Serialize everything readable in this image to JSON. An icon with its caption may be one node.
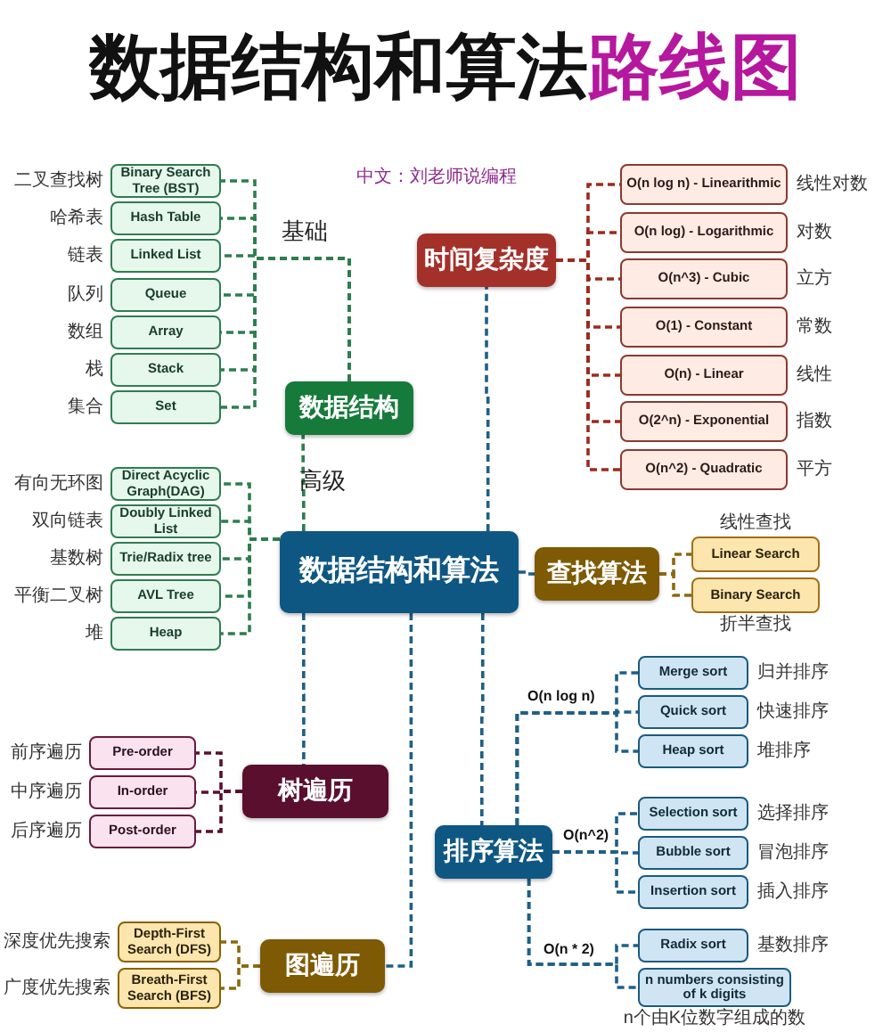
{
  "diagram": {
    "title": "数据结构和算法路线图",
    "nodes": [
      {
        "text": [
          "数据结构和算法"
        ]
      },
      {
        "text": [
          "数据结构"
        ]
      },
      {
        "text": [
          "时间复杂度"
        ]
      },
      {
        "text": [
          "查找算法"
        ]
      },
      {
        "text": [
          "树遍历"
        ]
      },
      {
        "text": [
          "图遍历"
        ]
      },
      {
        "text": [
          "排序算法"
        ]
      },
      {
        "text": [
          "Binary Search Tree (BST)"
        ],
        "beside": [
          "二叉查找树"
        ]
      },
      {
        "text": [
          "Hash Table"
        ],
        "beside": [
          "哈希表"
        ]
      },
      {
        "text": [
          "Linked List"
        ],
        "beside": [
          "链表"
        ]
      },
      {
        "text": [
          "Queue"
        ],
        "beside": [
          "队列"
        ]
      },
      {
        "text": [
          "Array"
        ],
        "beside": [
          "数组"
        ]
      },
      {
        "text": [
          "Stack"
        ],
        "beside": [
          "栈"
        ]
      },
      {
        "text": [
          "Set"
        ],
        "beside": [
          "集合"
        ]
      },
      {
        "text": [
          "Direct Acyclic Graph(DAG)"
        ],
        "beside": [
          "有向无环图"
        ]
      },
      {
        "text": [
          "Doubly Linked List"
        ],
        "beside": [
          "双向链表"
        ]
      },
      {
        "text": [
          "Trie/Radix tree"
        ],
        "beside": [
          "基数树"
        ]
      },
      {
        "text": [
          "AVL Tree"
        ],
        "beside": [
          "平衡二叉树"
        ]
      },
      {
        "text": [
          "Heap"
        ],
        "beside": [
          "堆"
        ]
      },
      {
        "text": [
          "O(n log n) - Linearithmic"
        ],
        "beside": [
          "线性对数"
        ]
      },
      {
        "text": [
          "O(n log) - Logarithmic"
        ],
        "beside": [
          "对数"
        ]
      },
      {
        "text": [
          "O(n^3) - Cubic"
        ],
        "beside": [
          "立方"
        ]
      },
      {
        "text": [
          "O(1) - Constant"
        ],
        "beside": [
          "常数"
        ]
      },
      {
        "text": [
          "O(n) - Linear"
        ],
        "beside": [
          "线性"
        ]
      },
      {
        "text": [
          "O(2^n) - Exponential"
        ],
        "beside": [
          "指数"
        ]
      },
      {
        "text": [
          "O(n^2) - Quadratic"
        ],
        "beside": [
          "平方"
        ]
      },
      {
        "text": [
          "Linear Search"
        ],
        "beside": [
          "线性查找"
        ]
      },
      {
        "text": [
          "Binary Search"
        ],
        "beside": [
          "折半查找"
        ]
      },
      {
        "text": [
          "Merge sort"
        ],
        "beside": [
          "归并排序"
        ]
      },
      {
        "text": [
          "Quick sort"
        ],
        "beside": [
          "快速排序"
        ]
      },
      {
        "text": [
          "Heap sort"
        ],
        "beside": [
          "堆排序"
        ]
      },
      {
        "text": [
          "Selection sort"
        ],
        "beside": [
          "选择排序"
        ]
      },
      {
        "text": [
          "Bubble sort"
        ],
        "beside": [
          "冒泡排序"
        ]
      },
      {
        "text": [
          "Insertion sort"
        ],
        "beside": [
          "插入排序"
        ]
      },
      {
        "text": [
          "Radix sort"
        ],
        "beside": [
          "基数排序"
        ]
      },
      {
        "text": [
          "n numbers consisting of k digits"
        ],
        "beside": [
          "n个由K位数字组成的数"
        ]
      },
      {
        "text": [
          "Pre-order"
        ],
        "beside": [
          "前序遍历"
        ]
      },
      {
        "text": [
          "In-order"
        ],
        "beside": [
          "中序遍历"
        ]
      },
      {
        "text": [
          "Post-order"
        ],
        "beside": [
          "后序遍历"
        ]
      },
      {
        "text": [
          "Depth-First Search (DFS)"
        ],
        "beside": [
          "深度优先搜索"
        ]
      },
      {
        "text": [
          "Breath-First Search (BFS)"
        ],
        "beside": [
          "广度优先搜索"
        ]
      }
    ],
    "edges": [
      {
        "from": 0,
        "to": 1,
        "arrow": "none",
        "style": "dashed"
      },
      {
        "from": 0,
        "to": 2,
        "arrow": "none",
        "style": "dashed",
        "color": "#1f5f86"
      },
      {
        "from": 0,
        "to": 3,
        "arrow": "none",
        "style": "dashed",
        "color": "#1f5f86"
      },
      {
        "from": 0,
        "to": 4,
        "arrow": "none",
        "style": "dashed",
        "color": "#1f5f86"
      },
      {
        "from": 0,
        "to": 5,
        "arrow": "none",
        "style": "dashed",
        "color": "#1f5f86"
      },
      {
        "from": 0,
        "to": 6,
        "arrow": "none",
        "style": "dashed",
        "color": "#1f5f86"
      },
      {
        "from": 1,
        "to": 7,
        "arrow": "none",
        "style": "dashed"
      },
      {
        "from": 1,
        "to": 8,
        "arrow": "none",
        "style": "dashed"
      },
      {
        "from": 1,
        "to": 9,
        "arrow": "none",
        "style": "dashed"
      },
      {
        "from": 1,
        "to": 10,
        "arrow": "none",
        "style": "dashed"
      },
      {
        "from": 1,
        "to": 11,
        "arrow": "none",
        "style": "dashed"
      },
      {
        "from": 1,
        "to": 12,
        "arrow": "none",
        "style": "dashed"
      },
      {
        "from": 1,
        "to": 13,
        "arrow": "none",
        "style": "dashed"
      },
      {
        "from": 0,
        "to": 14,
        "arrow": "none",
        "style": "dashed"
      },
      {
        "from": 0,
        "to": 15,
        "arrow": "none",
        "style": "dashed"
      },
      {
        "from": 0,
        "to": 16,
        "arrow": "none",
        "style": "dashed"
      },
      {
        "from": 0,
        "to": 17,
        "arrow": "none",
        "style": "dashed"
      },
      {
        "from": 0,
        "to": 18,
        "arrow": "none",
        "style": "dashed"
      },
      {
        "from": 2,
        "to": 19,
        "arrow": "none",
        "style": "dashed",
        "color": "#9c2b1f"
      },
      {
        "from": 2,
        "to": 20,
        "arrow": "none",
        "style": "dashed",
        "color": "#9c2b1f"
      },
      {
        "from": 2,
        "to": 21,
        "arrow": "none",
        "style": "dashed",
        "color": "#9c2b1f"
      },
      {
        "from": 2,
        "to": 22,
        "arrow": "none",
        "style": "dashed",
        "color": "#9c2b1f"
      },
      {
        "from": 2,
        "to": 23,
        "arrow": "none",
        "style": "dashed",
        "color": "#9c2b1f"
      },
      {
        "from": 2,
        "to": 24,
        "arrow": "none",
        "style": "dashed",
        "color": "#9c2b1f"
      },
      {
        "from": 2,
        "to": 25,
        "arrow": "none",
        "style": "dashed",
        "color": "#9c2b1f"
      },
      {
        "from": 3,
        "to": 26,
        "arrow": "none",
        "style": "dashed",
        "color": "#8a6a10"
      },
      {
        "from": 3,
        "to": 27,
        "arrow": "none",
        "style": "dashed",
        "color": "#8a6a10"
      },
      {
        "from": 6,
        "to": 28,
        "arrow": "none",
        "style": "dashed",
        "color": "#1f5f86"
      },
      {
        "from": 6,
        "to": 29,
        "arrow": "none",
        "style": "dashed",
        "color": "#1f5f86"
      },
      {
        "from": 6,
        "to": 30,
        "arrow": "none",
        "style": "dashed",
        "color": "#1f5f86"
      },
      {
        "from": 6,
        "to": 31,
        "arrow": "none",
        "style": "dashed",
        "color": "#1f5f86"
      },
      {
        "from": 6,
        "to": 32,
        "arrow": "none",
        "style": "dashed",
        "color": "#1f5f86"
      },
      {
        "from": 6,
        "to": 33,
        "arrow": "none",
        "style": "dashed",
        "color": "#1f5f86"
      },
      {
        "from": 6,
        "to": 34,
        "arrow": "none",
        "style": "dashed",
        "color": "#1f5f86"
      },
      {
        "from": 6,
        "to": 35,
        "arrow": "none",
        "style": "dashed",
        "color": "#1f5f86"
      },
      {
        "from": 4,
        "to": 36,
        "arrow": "none",
        "style": "dashed",
        "color": "#5a0f2e"
      },
      {
        "from": 4,
        "to": 37,
        "arrow": "none",
        "style": "dashed",
        "color": "#5a0f2e"
      },
      {
        "from": 4,
        "to": 38,
        "arrow": "none",
        "style": "dashed",
        "color": "#5a0f2e"
      },
      {
        "from": 5,
        "to": 39,
        "arrow": "none",
        "style": "dashed",
        "color": "#8a6a10"
      },
      {
        "from": 5,
        "to": 40,
        "arrow": "none",
        "style": "dashed",
        "color": "#8a6a10"
      }
    ],
    "labels": [
      "中文：刘老师说编程",
      "基础",
      "高级",
      "O(n log n)",
      "O(n^2)",
      "O(n * 2)"
    ]
  }
}
